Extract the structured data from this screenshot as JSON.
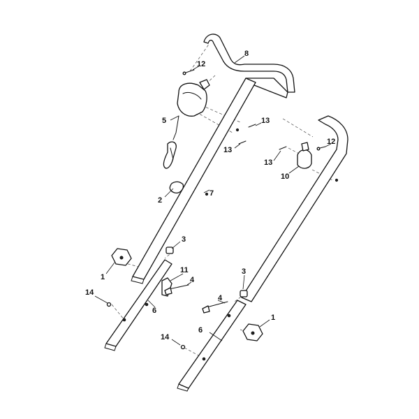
{
  "callouts": {
    "c1a": "1",
    "c1b": "1",
    "c2": "2",
    "c3a": "3",
    "c3b": "3",
    "c4a": "4",
    "c4b": "4",
    "c5": "5",
    "c6a": "6",
    "c6b": "6",
    "c7": "7",
    "c8": "8",
    "c10": "10",
    "c11": "11",
    "c12a": "12",
    "c12b": "12",
    "c13a": "13",
    "c13b": "13",
    "c13c": "13",
    "c14a": "14",
    "c14b": "14"
  }
}
